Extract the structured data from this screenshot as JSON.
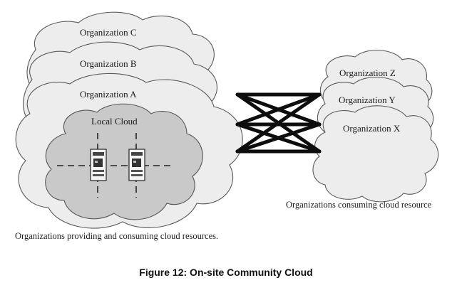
{
  "diagram": {
    "providers": {
      "org_c": "Organization C",
      "org_b": "Organization B",
      "org_a": "Organization A",
      "local_cloud": "Local Cloud",
      "note": "Organizations providing and consuming cloud resources."
    },
    "consumers": {
      "org_z": "Organization Z",
      "org_y": "Organization Y",
      "org_x": "Organization X",
      "note": "Organizations consuming cloud resource"
    },
    "caption": "Figure 12: On-site Community Cloud"
  }
}
